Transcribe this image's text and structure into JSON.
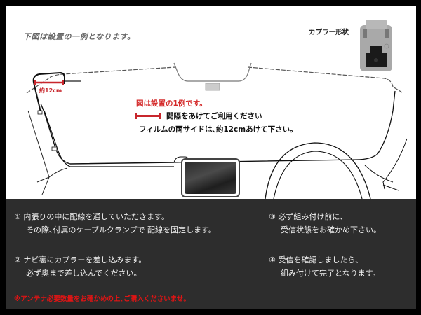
{
  "diagram": {
    "heading": "下図は設置の一例となります。",
    "coupler": {
      "label": "カプラー形状",
      "body_color": "#a9a9a9",
      "socket_color": "#1a1a1a"
    },
    "measurement_label": "約12cm",
    "notes": {
      "example": "図は設置の1例です。",
      "spacing_legend": "間隔をあけてご利用ください",
      "film_sides": "フィルムの両サイドは､約12cmあけて下さい。"
    },
    "colors": {
      "accent_red": "#c8262c",
      "line": "#333333"
    }
  },
  "instructions": {
    "steps": [
      {
        "number": "①",
        "line1": "内張りの中に配線を通していただきます。",
        "line2": "その際､付属のケーブルクランプで 配線を固定します。"
      },
      {
        "number": "②",
        "line1": "ナビ裏にカプラーを差し込みます。",
        "line2": "必ず奥まで差し込んでください。"
      },
      {
        "number": "③",
        "line1": "必ず組み付け前に､",
        "line2": "受信状態をお確かめ下さい。"
      },
      {
        "number": "④",
        "line1": "受信を確認しましたら､",
        "line2": "組み付けて完了となります。"
      }
    ],
    "warning": "※アンテナ必要数量をお確かめの上､ご購入くださいませ。",
    "colors": {
      "panel_bg": "#2d2d2d",
      "text": "#f2f2f2",
      "warning": "#e01414"
    }
  }
}
